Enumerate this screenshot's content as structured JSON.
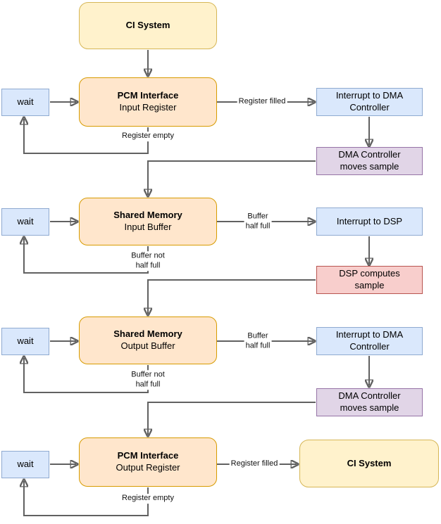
{
  "nodes": {
    "ci_system_top": {
      "label": "CI System"
    },
    "pcm_interface_input": {
      "title": "PCM Interface",
      "subtitle": "Input Register"
    },
    "wait": {
      "label": "wait"
    },
    "interrupt_dma": {
      "line1": "Interrupt to DMA",
      "line2": "Controller"
    },
    "dma_moves": {
      "line1": "DMA Controller",
      "line2": "moves sample"
    },
    "shared_memory_input": {
      "title": "Shared Memory",
      "subtitle": "Input Buffer"
    },
    "interrupt_dsp": {
      "label": "Interrupt to DSP"
    },
    "dsp_computes": {
      "line1": "DSP computes",
      "line2": "sample"
    },
    "shared_memory_output": {
      "title": "Shared Memory",
      "subtitle": "Output Buffer"
    },
    "pcm_interface_output": {
      "title": "PCM Interface",
      "subtitle": "Output Register"
    },
    "ci_system_bottom": {
      "label": "CI System"
    }
  },
  "edge_labels": {
    "register_filled": "Register filled",
    "register_empty": "Register empty",
    "buffer_half_full": {
      "line1": "Buffer",
      "line2": "half full"
    },
    "buffer_not_half_full": {
      "line1": "Buffer not",
      "line2": "half full"
    }
  },
  "colors": {
    "yellow_fill": "#FFF2CC",
    "yellow_stroke": "#D6B656",
    "orange_fill": "#FFE6CC",
    "orange_stroke": "#D79B00",
    "blue_fill": "#DAE8FC",
    "blue_stroke": "#8FAAD0",
    "purple_fill": "#E1D5E7",
    "purple_stroke": "#9673A6",
    "red_fill": "#F8CECC",
    "red_stroke": "#B85450",
    "edge_line": "#616161",
    "arrowhead": "#000000",
    "background": "#FFFFFF"
  }
}
